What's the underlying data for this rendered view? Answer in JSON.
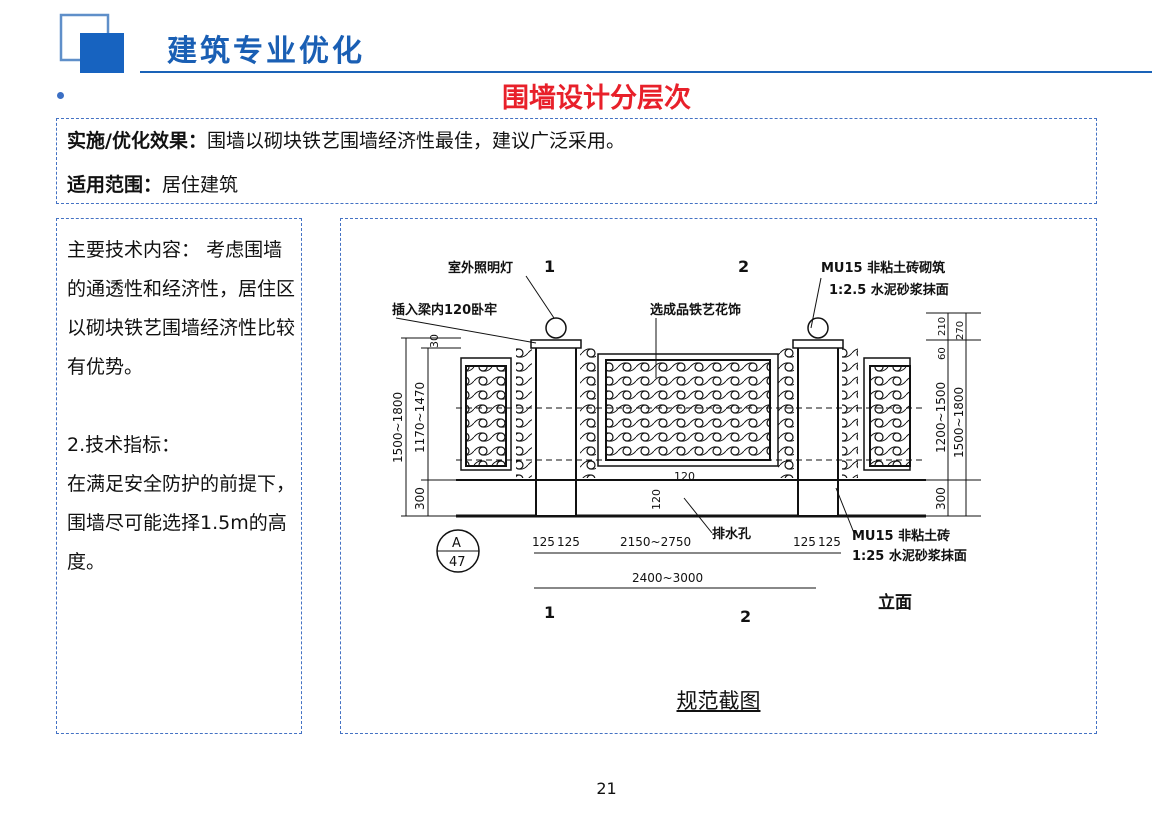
{
  "header": {
    "title": "建筑专业优化"
  },
  "section_title": "围墙设计分层次",
  "effect": {
    "label": "实施/优化效果：",
    "text": "围墙以砌块铁艺围墙经济性最佳，建议广泛采用。"
  },
  "scope": {
    "label": "适用范围：",
    "text": "居住建筑"
  },
  "left_panel": {
    "main_label": "主要技术内容：",
    "main_text": "考虑围墙的通透性和经济性，居住区以砌块铁艺围墙经济性比较有优势。",
    "indicator_label": "2.技术指标：",
    "indicator_text": "在满足安全防护的前提下，围墙尽可能选择1.5m的高度。"
  },
  "drawing": {
    "label_light": "室外照明灯",
    "label_beam": "插入梁内120卧牢",
    "label_iron": "选成品铁艺花饰",
    "label_mu15_top_1": "MU15 非粘土砖砌筑",
    "label_mu15_top_2": "1:2.5 水泥砂浆抹面",
    "label_mu15_bot_1": "MU15 非粘土砖",
    "label_mu15_bot_2": "1:25 水泥砂浆抹面",
    "label_drain": "排水孔",
    "label_elev": "立面",
    "section_1": "1",
    "section_2": "2",
    "detail_letter": "A",
    "detail_num": "47",
    "dim_30": "30",
    "dim_1170_1470": "1170~1470",
    "dim_1500_1800": "1500~1800",
    "dim_300": "300",
    "dim_120": "120",
    "dim_125": "125",
    "dim_2150_2750": "2150~2750",
    "dim_2400_3000": "2400~3000",
    "dim_210": "210",
    "dim_270": "270",
    "dim_60": "60",
    "dim_1200_1500": "1200~1500"
  },
  "caption": "规范截图",
  "page_number": "21",
  "colors": {
    "brand_blue": "#1a5fb4",
    "title_red": "#e8202a",
    "dash_blue": "#4472c4"
  }
}
